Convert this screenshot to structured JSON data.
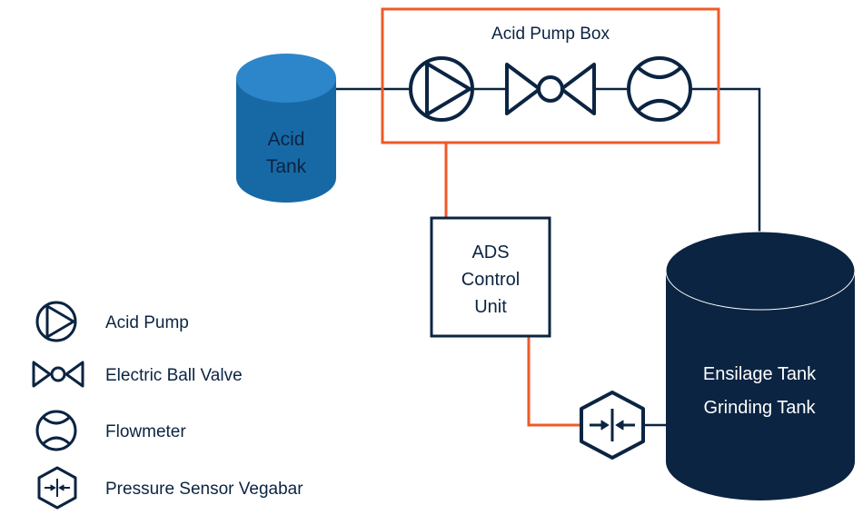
{
  "colors": {
    "navy": "#0b2442",
    "orange": "#ee5a28",
    "acid_blue_light": "#2d86c9",
    "acid_blue_dark": "#1769a6",
    "white": "#ffffff"
  },
  "pump_box": {
    "title": "Acid Pump Box"
  },
  "acid_tank": {
    "line1": "Acid",
    "line2": "Tank"
  },
  "control_unit": {
    "line1": "ADS",
    "line2": "Control",
    "line3": "Unit"
  },
  "main_tank": {
    "line1": "Ensilage Tank",
    "line2": "Grinding Tank"
  },
  "legend": {
    "items": [
      {
        "icon": "acid-pump-icon",
        "label": "Acid Pump"
      },
      {
        "icon": "ball-valve-icon",
        "label": "Electric Ball Valve"
      },
      {
        "icon": "flowmeter-icon",
        "label": "Flowmeter"
      },
      {
        "icon": "pressure-sensor-icon",
        "label": "Pressure Sensor Vegabar"
      }
    ]
  }
}
